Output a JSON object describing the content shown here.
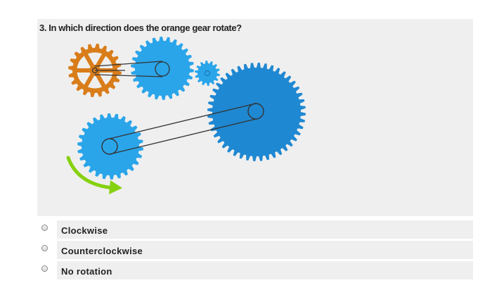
{
  "question": {
    "title": "3. In which direction does the orange gear rotate?"
  },
  "diagram": {
    "colors": {
      "orange_gear": "#d97d1a",
      "blue_gear": "#2aa5ea",
      "large_blue_gear": "#1f88d2",
      "belt": "#333333",
      "arrow": "#86d10f"
    },
    "gears": [
      "orange-gear",
      "blue-gear-top",
      "small-blue-gear",
      "large-blue-gear",
      "blue-gear-bottom"
    ],
    "arrow_icon": "curved-arrow-clockwise-icon"
  },
  "options": [
    {
      "label": "Clockwise"
    },
    {
      "label": "Counterclockwise"
    },
    {
      "label": "No rotation"
    }
  ]
}
